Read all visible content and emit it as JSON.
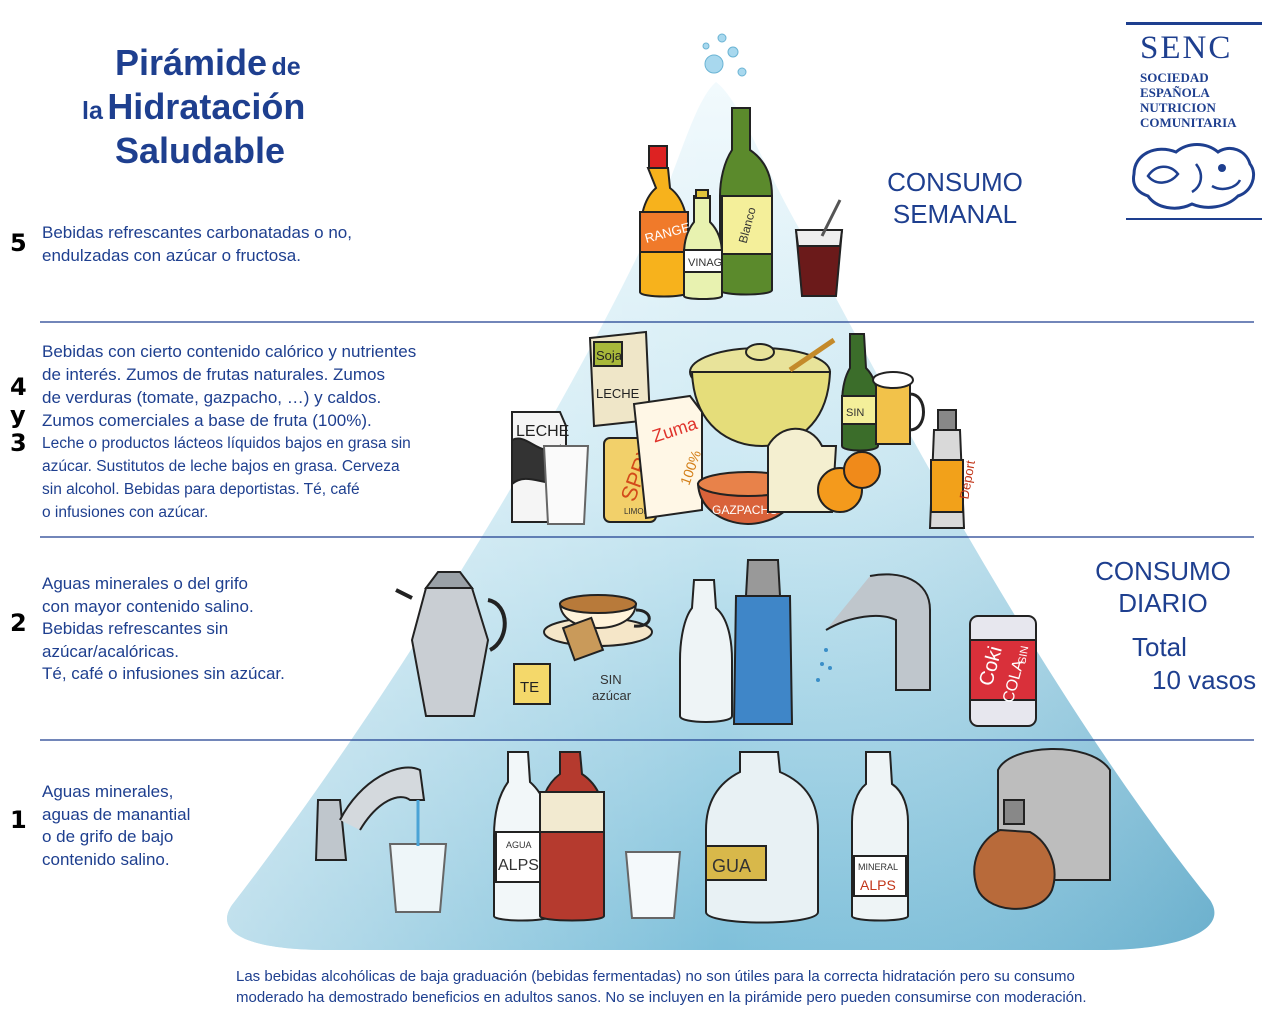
{
  "title": {
    "line1_big": "Pirámide",
    "line1_small": "de",
    "line2_small": "la",
    "line2_big": "Hidratación",
    "line3_big": "Saludable"
  },
  "logo": {
    "name": "SENC",
    "sub": [
      "SOCIEDAD",
      "ESPAÑOLA",
      "NUTRICION",
      "COMUNITARIA"
    ]
  },
  "levels": [
    {
      "number": "5",
      "lines": [
        "Bebidas refrescantes carbonatadas o no,",
        "endulzadas con azúcar o fructosa."
      ]
    },
    {
      "number_parts": [
        "4",
        "y",
        "3"
      ],
      "lines": [
        "Bebidas con cierto contenido calórico y nutrientes",
        "de interés. Zumos de frutas naturales. Zumos",
        "de verduras (tomate, gazpacho, …) y caldos.",
        "Zumos comerciales a base de fruta (100%).",
        "Leche o productos lácteos líquidos bajos en grasa sin",
        "azúcar. Sustitutos de leche bajos en grasa. Cerveza",
        "sin alcohol. Bebidas para deportistas. Té, café",
        "o infusiones con azúcar."
      ]
    },
    {
      "number": "2",
      "lines": [
        "Aguas minerales o del grifo",
        "con mayor contenido salino.",
        "Bebidas refrescantes sin",
        "azúcar/acalóricas.",
        "Té, café o infusiones sin azúcar."
      ]
    },
    {
      "number": "1",
      "lines": [
        "Aguas minerales,",
        "aguas de manantial",
        "o de grifo de bajo",
        "contenido salino."
      ]
    }
  ],
  "consumo_semanal": [
    "CONSUMO",
    "SEMANAL"
  ],
  "consumo_diario": [
    "CONSUMO",
    "DIARIO"
  ],
  "total": [
    "Total",
    "10 vasos"
  ],
  "item_labels": {
    "range": "RANGE",
    "vinagre": "VINAG",
    "leche_box": "LECHE",
    "soja": "Soja",
    "leche_soja": "LECHE",
    "spry": "SPRY",
    "limon": "LIMON",
    "zuma": "Zuma",
    "zuma_pct": "100%",
    "gazpacho": "GAZPACHO",
    "sin": "SIN",
    "deport": "Deport",
    "te": "TE",
    "sin_azucar": [
      "SIN",
      "azúcar"
    ],
    "coki": "Coki",
    "cola": "COLA",
    "sin2": "SIN",
    "agua": "AGUA",
    "alps": "ALPS",
    "gua": "GUA",
    "mineral": "MINERAL",
    "alps2": "ALPS"
  },
  "footer": [
    "Las bebidas alcohólicas de baja graduación (bebidas fermentadas) no son útiles para la correcta hidratación pero su consumo",
    "moderado ha demostrado beneficios en adultos sanos. No se incluyen en la pirámide pero pueden consumirse con moderación."
  ],
  "colors": {
    "text": "#1e3f8f",
    "pyramid_top": "#eef8fc",
    "pyramid_bottom": "#8ec9df",
    "numbers": "#000000"
  }
}
